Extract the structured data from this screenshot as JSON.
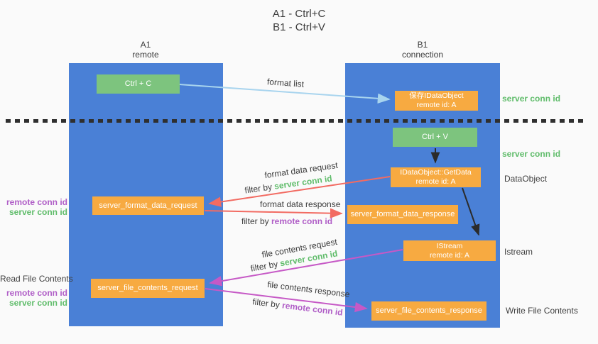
{
  "title": {
    "line1": "A1 - Ctrl+C",
    "line2": "B1 - Ctrl+V"
  },
  "lanes": {
    "left": {
      "name": "A1",
      "sub": "remote"
    },
    "right": {
      "name": "B1",
      "sub": "connection"
    }
  },
  "nodes": {
    "ctrl_c": "Ctrl + C",
    "ctrl_v": "Ctrl + V",
    "save_idataobject": {
      "line1": "保存IDataObject",
      "line2": "remote id: A"
    },
    "getdata": {
      "line1": "IDataObject::GetData",
      "line2": "remote id: A"
    },
    "istream": {
      "line1": "IStream",
      "line2": "remote id: A"
    },
    "format_request": "server_format_data_request",
    "format_response": "server_format_data_response",
    "file_request": "server_file_contents_request",
    "file_response": "server_file_contents_response"
  },
  "edge_labels": {
    "format_list": "format list",
    "format_data_request": "format data request",
    "format_data_response": "format data response",
    "file_contents_request": "file contents request",
    "file_contents_response": "file contents response",
    "filter_by": "filter by ",
    "server_conn_id": "server conn id",
    "remote_conn_id": "remote conn id"
  },
  "side_labels": {
    "left_remote_conn_id": "remote conn id",
    "left_server_conn_id": "server conn id",
    "read_file_contents": "Read File Contents",
    "left_remote_conn_id_2": "remote conn id",
    "left_server_conn_id_2": "server conn id",
    "right_server_conn_id_1": "server conn id",
    "right_server_conn_id_2": "server conn id",
    "dataobject": "DataObject",
    "istream": "Istream",
    "write_file_contents": "Write File Contents"
  },
  "colors": {
    "lane_blue": "#4a80d6",
    "green_box": "#7dc47e",
    "orange_box": "#f7aa41",
    "green_text": "#5fbc6a",
    "purple_text": "#b05ec7",
    "red_arrow": "#f26b62",
    "magenta_arrow": "#c659c6",
    "light_blue_arrow": "#a8d4ee",
    "black_arrow": "#2b2b2b"
  }
}
